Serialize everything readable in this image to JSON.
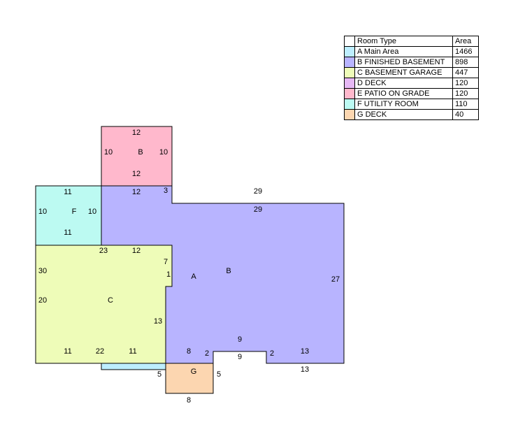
{
  "legend": {
    "headers": {
      "type": "Room Type",
      "area": "Area"
    },
    "rows": [
      {
        "label": "A Main Area",
        "area": "1466",
        "color": "#bdeeff"
      },
      {
        "label": "B FINISHED BASEMENT",
        "area": "898",
        "color": "#b8b4ff"
      },
      {
        "label": "C BASEMENT GARAGE",
        "area": "447",
        "color": "#eefcb8"
      },
      {
        "label": "D DECK",
        "area": "120",
        "color": "#e6b8f5"
      },
      {
        "label": "E PATIO ON GRADE",
        "area": "120",
        "color": "#ffb8cc"
      },
      {
        "label": "F UTILITY ROOM",
        "area": "110",
        "color": "#bcfaf2"
      },
      {
        "label": "G DECK",
        "area": "40",
        "color": "#fcd6b0"
      }
    ]
  },
  "plan": {
    "room_labels": {
      "patio": "B",
      "utility": "F",
      "main": "A",
      "basement": "B",
      "garage": "C",
      "deck": "G"
    },
    "dimensions": {
      "patio_top": "12",
      "patio_left": "10",
      "patio_right": "10",
      "patio_bottom": "12",
      "utility_top": "11",
      "utility_left": "10",
      "utility_right": "10",
      "utility_bottom": "11",
      "base_top_left": "12",
      "base_step": "3",
      "base_top_outer": "29",
      "base_top_inner": "29",
      "base_right": "27",
      "base_bottom_right_inner": "13",
      "base_bottom_right_outer": "13",
      "base_notch_top": "9",
      "base_notch_bottom": "9",
      "base_notch_left": "2",
      "base_notch_right": "2",
      "base_bottom_left": "8",
      "garage_top_outer": "23",
      "garage_top_inner": "12",
      "garage_right_upper": "7",
      "garage_right_step": "1",
      "garage_left_outer": "30",
      "garage_left_inner": "20",
      "garage_right_lower": "13",
      "garage_bottom_left": "11",
      "garage_bottom_outer": "22",
      "garage_bottom_right": "11",
      "deck_left": "5",
      "deck_right": "5",
      "deck_bottom": "8"
    }
  }
}
